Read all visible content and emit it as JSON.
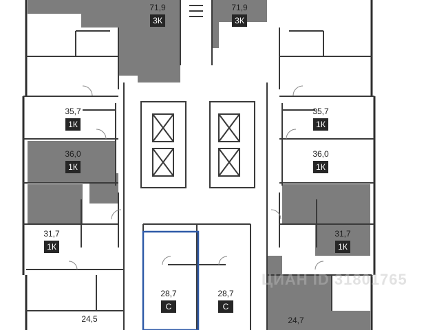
{
  "units": [
    {
      "id": "top-left",
      "area": "71,9",
      "type": "3К"
    },
    {
      "id": "top-right",
      "area": "71,9",
      "type": "3К"
    },
    {
      "id": "left-2",
      "area": "35,7",
      "type": "1К"
    },
    {
      "id": "right-2",
      "area": "35,7",
      "type": "1К"
    },
    {
      "id": "left-3",
      "area": "36,0",
      "type": "1К"
    },
    {
      "id": "right-3",
      "area": "36,0",
      "type": "1К"
    },
    {
      "id": "left-4",
      "area": "31,7",
      "type": "1К"
    },
    {
      "id": "right-4",
      "area": "31,7",
      "type": "1К"
    },
    {
      "id": "studio-center",
      "area": "28,7",
      "type": "С"
    },
    {
      "id": "studio-right",
      "area": "28,7",
      "type": "С"
    },
    {
      "id": "bottom-left",
      "area": "24,5",
      "type": ""
    },
    {
      "id": "bottom-right",
      "area": "24,7",
      "type": ""
    }
  ],
  "watermark": "ЦИАН ID 31801765",
  "colors": {
    "dark_unit": "#7d7d7d",
    "wall": "#2e2e2e",
    "highlight": "#2f5aa8",
    "badge": "#262626"
  }
}
